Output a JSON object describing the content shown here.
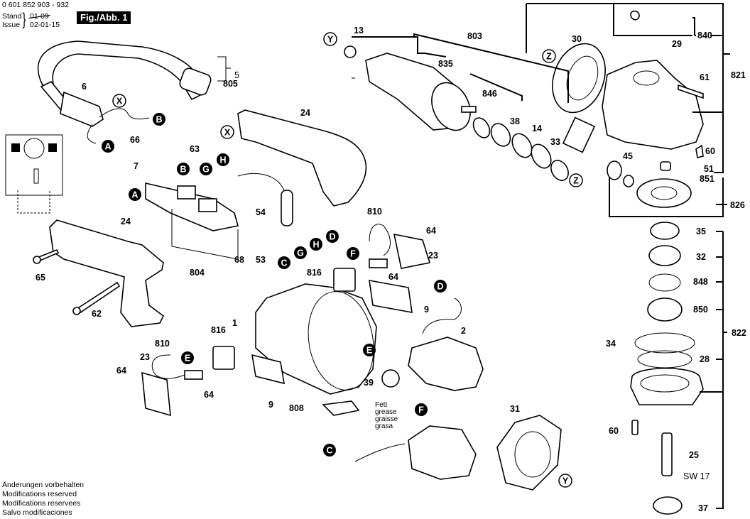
{
  "header": {
    "doc_number": "0 601 852 903 - 932",
    "stand_label": "Stand",
    "issue_label": "Issue",
    "stand_date_struck": "01-09",
    "issue_date": "02-01-15",
    "fig_label": "Fig./Abb. 1"
  },
  "footer": {
    "lines": [
      "Änderungen vorbehalten",
      "Modifications reserved",
      "Modifications reservees",
      "Salvo modificaciones"
    ]
  },
  "grease_note": [
    "Fett",
    "grease",
    "graisse",
    "grasa"
  ],
  "wrench_size": "SW 17",
  "connectors": {
    "A": "A",
    "B": "B",
    "C": "C",
    "D": "D",
    "E": "E",
    "F": "F",
    "G": "G",
    "H": "H",
    "X": "X",
    "Y": "Y",
    "Z": "Z"
  },
  "parts": {
    "p1": "1",
    "p2": "2",
    "p5": "5",
    "p6": "6",
    "p7": "7",
    "p9": "9",
    "p13": "13",
    "p14": "14",
    "p23": "23",
    "p24": "24",
    "p25": "25",
    "p28": "28",
    "p29": "29",
    "p30": "30",
    "p31": "31",
    "p32": "32",
    "p33": "33",
    "p34": "34",
    "p35": "35",
    "p37": "37",
    "p38": "38",
    "p39": "39",
    "p45": "45",
    "p51": "51",
    "p53": "53",
    "p54": "54",
    "p60": "60",
    "p61": "61",
    "p62": "62",
    "p63": "63",
    "p64": "64",
    "p65": "65",
    "p66": "66",
    "p68": "68",
    "p803": "803",
    "p804": "804",
    "p805": "805",
    "p808": "808",
    "p810": "810",
    "p816": "816",
    "p821": "821",
    "p822": "822",
    "p826": "826",
    "p835": "835",
    "p840": "840",
    "p846": "846",
    "p848": "848",
    "p850": "850",
    "p851": "851"
  }
}
